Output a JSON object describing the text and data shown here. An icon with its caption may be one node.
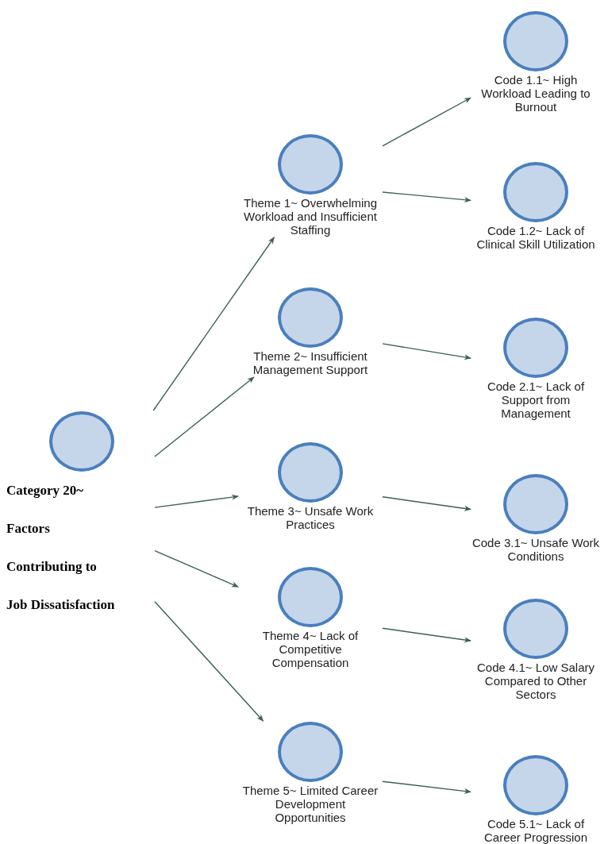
{
  "diagram": {
    "nodes": [
      {
        "text": [
          "Category 20~ Factors Contributing to Job Dissatisfaction"
        ]
      },
      {
        "text": [
          "Theme 1~ Overwhelming Workload and Insufficient Staffing"
        ]
      },
      {
        "text": [
          "Theme 2~ Insufficient Management Support"
        ]
      },
      {
        "text": [
          "Theme 3~ Unsafe Work Practices"
        ]
      },
      {
        "text": [
          "Theme 4~ Lack of Competitive Compensation"
        ]
      },
      {
        "text": [
          "Theme 5~ Limited Career Development Opportunities"
        ]
      },
      {
        "text": [
          "Code 1.1~ High Workload Leading to Burnout"
        ]
      },
      {
        "text": [
          "Code 1.2~ Lack of Clinical Skill Utilization"
        ]
      },
      {
        "text": [
          "Code 2.1~ Lack of Support from Management"
        ]
      },
      {
        "text": [
          "Code 3.1~ Unsafe Work Conditions"
        ]
      },
      {
        "text": [
          "Code 4.1~ Low Salary Compared to Other Sectors"
        ]
      },
      {
        "text": [
          "Code 5.1~ Lack of Career Progression"
        ]
      }
    ],
    "edges": [
      {
        "from": 0,
        "to": 1,
        "arrow": "to"
      },
      {
        "from": 0,
        "to": 2,
        "arrow": "to"
      },
      {
        "from": 0,
        "to": 3,
        "arrow": "to"
      },
      {
        "from": 0,
        "to": 4,
        "arrow": "to"
      },
      {
        "from": 0,
        "to": 5,
        "arrow": "to"
      },
      {
        "from": 1,
        "to": 6,
        "arrow": "to"
      },
      {
        "from": 1,
        "to": 7,
        "arrow": "to"
      },
      {
        "from": 2,
        "to": 8,
        "arrow": "to"
      },
      {
        "from": 3,
        "to": 9,
        "arrow": "to"
      },
      {
        "from": 4,
        "to": 10,
        "arrow": "to"
      },
      {
        "from": 5,
        "to": 11,
        "arrow": "to"
      }
    ]
  }
}
